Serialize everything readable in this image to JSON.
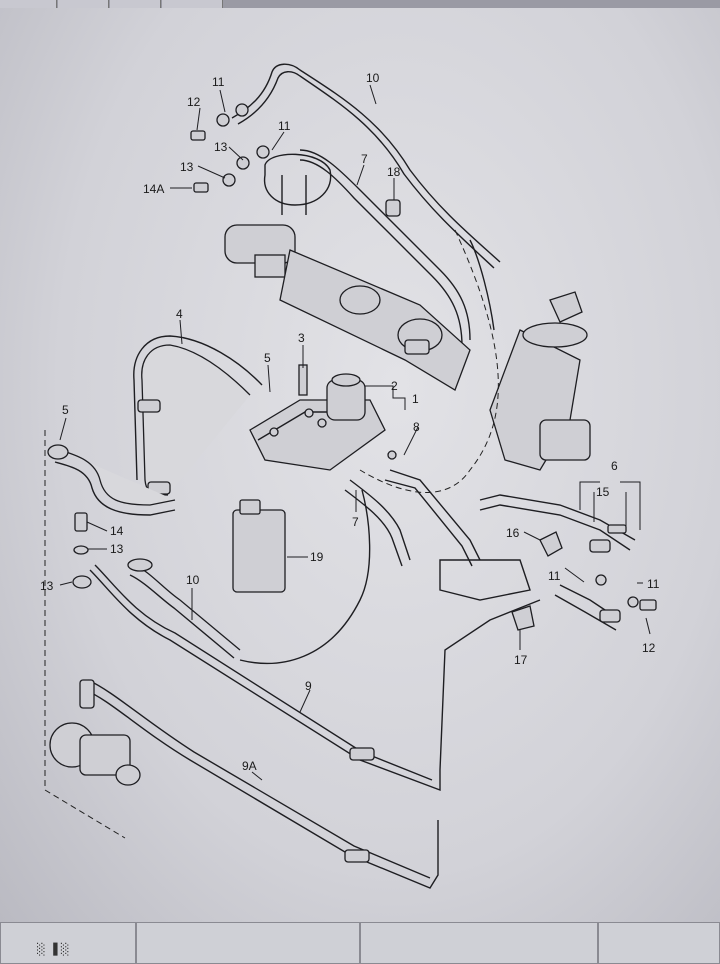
{
  "callouts": {
    "c11a": "11",
    "c12a": "12",
    "c11b": "11",
    "c13a": "13",
    "c13b": "13",
    "c14a": "14A",
    "c10a": "10",
    "c7a": "7",
    "c18": "18",
    "c4": "4",
    "c3": "3",
    "c5a": "5",
    "c2": "2",
    "c1": "1",
    "c8": "8",
    "c5b": "5",
    "c14": "14",
    "c13c": "13",
    "c13d": "13",
    "c10b": "10",
    "c19": "19",
    "c7b": "7",
    "c6": "6",
    "c15": "15",
    "c16": "16",
    "c11c": "11",
    "c11d": "11",
    "c12b": "12",
    "c17": "17",
    "c9": "9",
    "c9a": "9A"
  },
  "bottom_strip": {
    "left_glyph": "░ ▐ ░"
  },
  "colors": {
    "line": "#1e1e22",
    "paper": "#dcdce0"
  }
}
